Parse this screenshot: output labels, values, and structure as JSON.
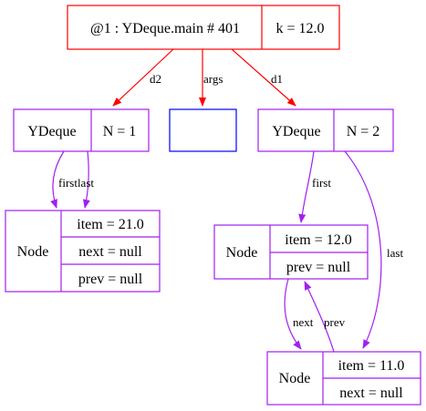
{
  "colors": {
    "main": "#ff0000",
    "purple": "#a020f0",
    "args_box": "#0000ff",
    "text": "#000000"
  },
  "frame": {
    "title": "@1 : YDeque.main # 401",
    "local": "k = 12.0"
  },
  "args": {
    "label": "args"
  },
  "deques": [
    {
      "type": "YDeque",
      "size": "N = 1",
      "edge_label": "d2",
      "ref_label": "firstlast"
    },
    {
      "type": "YDeque",
      "size": "N = 2",
      "edge_label": "d1",
      "first_label": "first",
      "last_label": "last"
    }
  ],
  "nodes": [
    {
      "type": "Node",
      "fields": [
        "item = 21.0",
        "next = null",
        "prev = null"
      ]
    },
    {
      "type": "Node",
      "fields": [
        "item = 12.0",
        "prev = null"
      ],
      "next_label": "next"
    },
    {
      "type": "Node",
      "fields": [
        "item = 11.0",
        "next = null"
      ],
      "prev_label": "prev"
    }
  ]
}
